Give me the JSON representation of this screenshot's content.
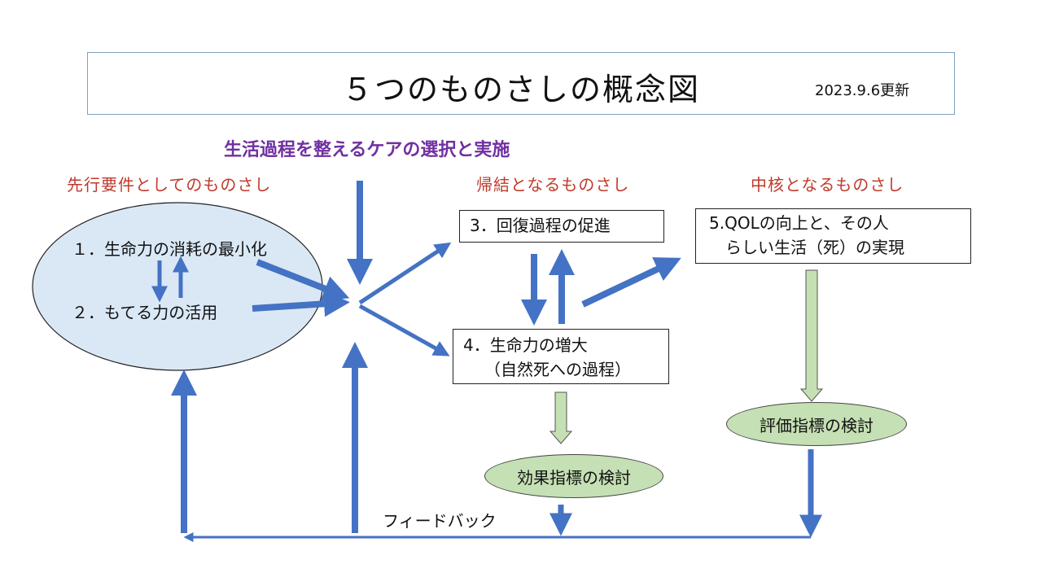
{
  "title": "５つのものさしの概念図",
  "date": "2023.9.6更新",
  "heading": "生活過程を整えるケアの選択と実施",
  "labels": {
    "antecedent": "先行要件としてのものさし",
    "outcome": "帰結となるものさし",
    "core": "中核となるものさし"
  },
  "ellipse": {
    "item1": "１．生命力の消耗の最小化",
    "item2": "２．もてる力の活用"
  },
  "box3": "3．回復過程の促進",
  "box4": {
    "line1": "4．生命力の増大",
    "line2": "（自然死への過程）"
  },
  "box5": {
    "line1": "5.QOLの向上と、その人",
    "line2": "らしい生活（死）の実現"
  },
  "effect_indicator": "効果指標の検討",
  "evaluation_indicator": "評価指標の検討",
  "feedback": "フィードバック",
  "colors": {
    "arrow_blue": "#4472c4",
    "arrow_green_fill": "#c5e0b4",
    "ellipse_fill": "#dae8f6",
    "heading": "#7030a0",
    "label_red": "#c0392b"
  }
}
